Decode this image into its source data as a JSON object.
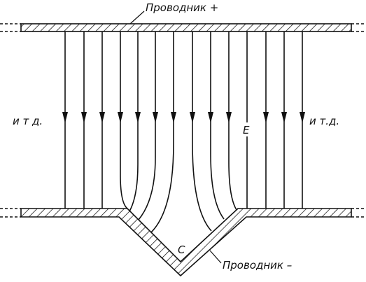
{
  "labels": {
    "top_conductor": "Проводник +",
    "bottom_conductor": "Проводник –",
    "left_etc": "и т д.",
    "right_etc": "и т.д.",
    "field": "E",
    "corner": "C"
  }
}
